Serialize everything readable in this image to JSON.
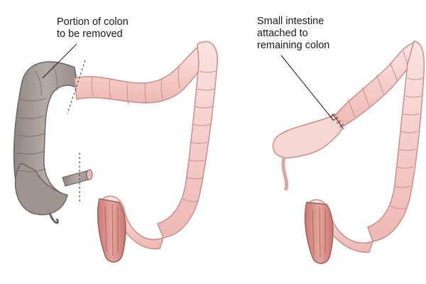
{
  "labels": {
    "removed_portion": "Portion of colon\nto be removed",
    "anastomosis": "Small intestine\nattached to\nremaining colon"
  },
  "colors": {
    "colon_pink": "#f4c9c6",
    "colon_outline": "#c98f8c",
    "colon_highlight": "#fbe6e4",
    "removed_gray": "#a9a09c",
    "removed_outline": "#6f6662",
    "rectum": "#d9918a",
    "stitch": "#5a3b3a",
    "leader_line": "#1a1a1a"
  },
  "figures": [
    {
      "name": "before-surgery",
      "shows": "colon with right portion marked for removal"
    },
    {
      "name": "after-surgery",
      "shows": "small intestine joined to remaining colon"
    }
  ]
}
